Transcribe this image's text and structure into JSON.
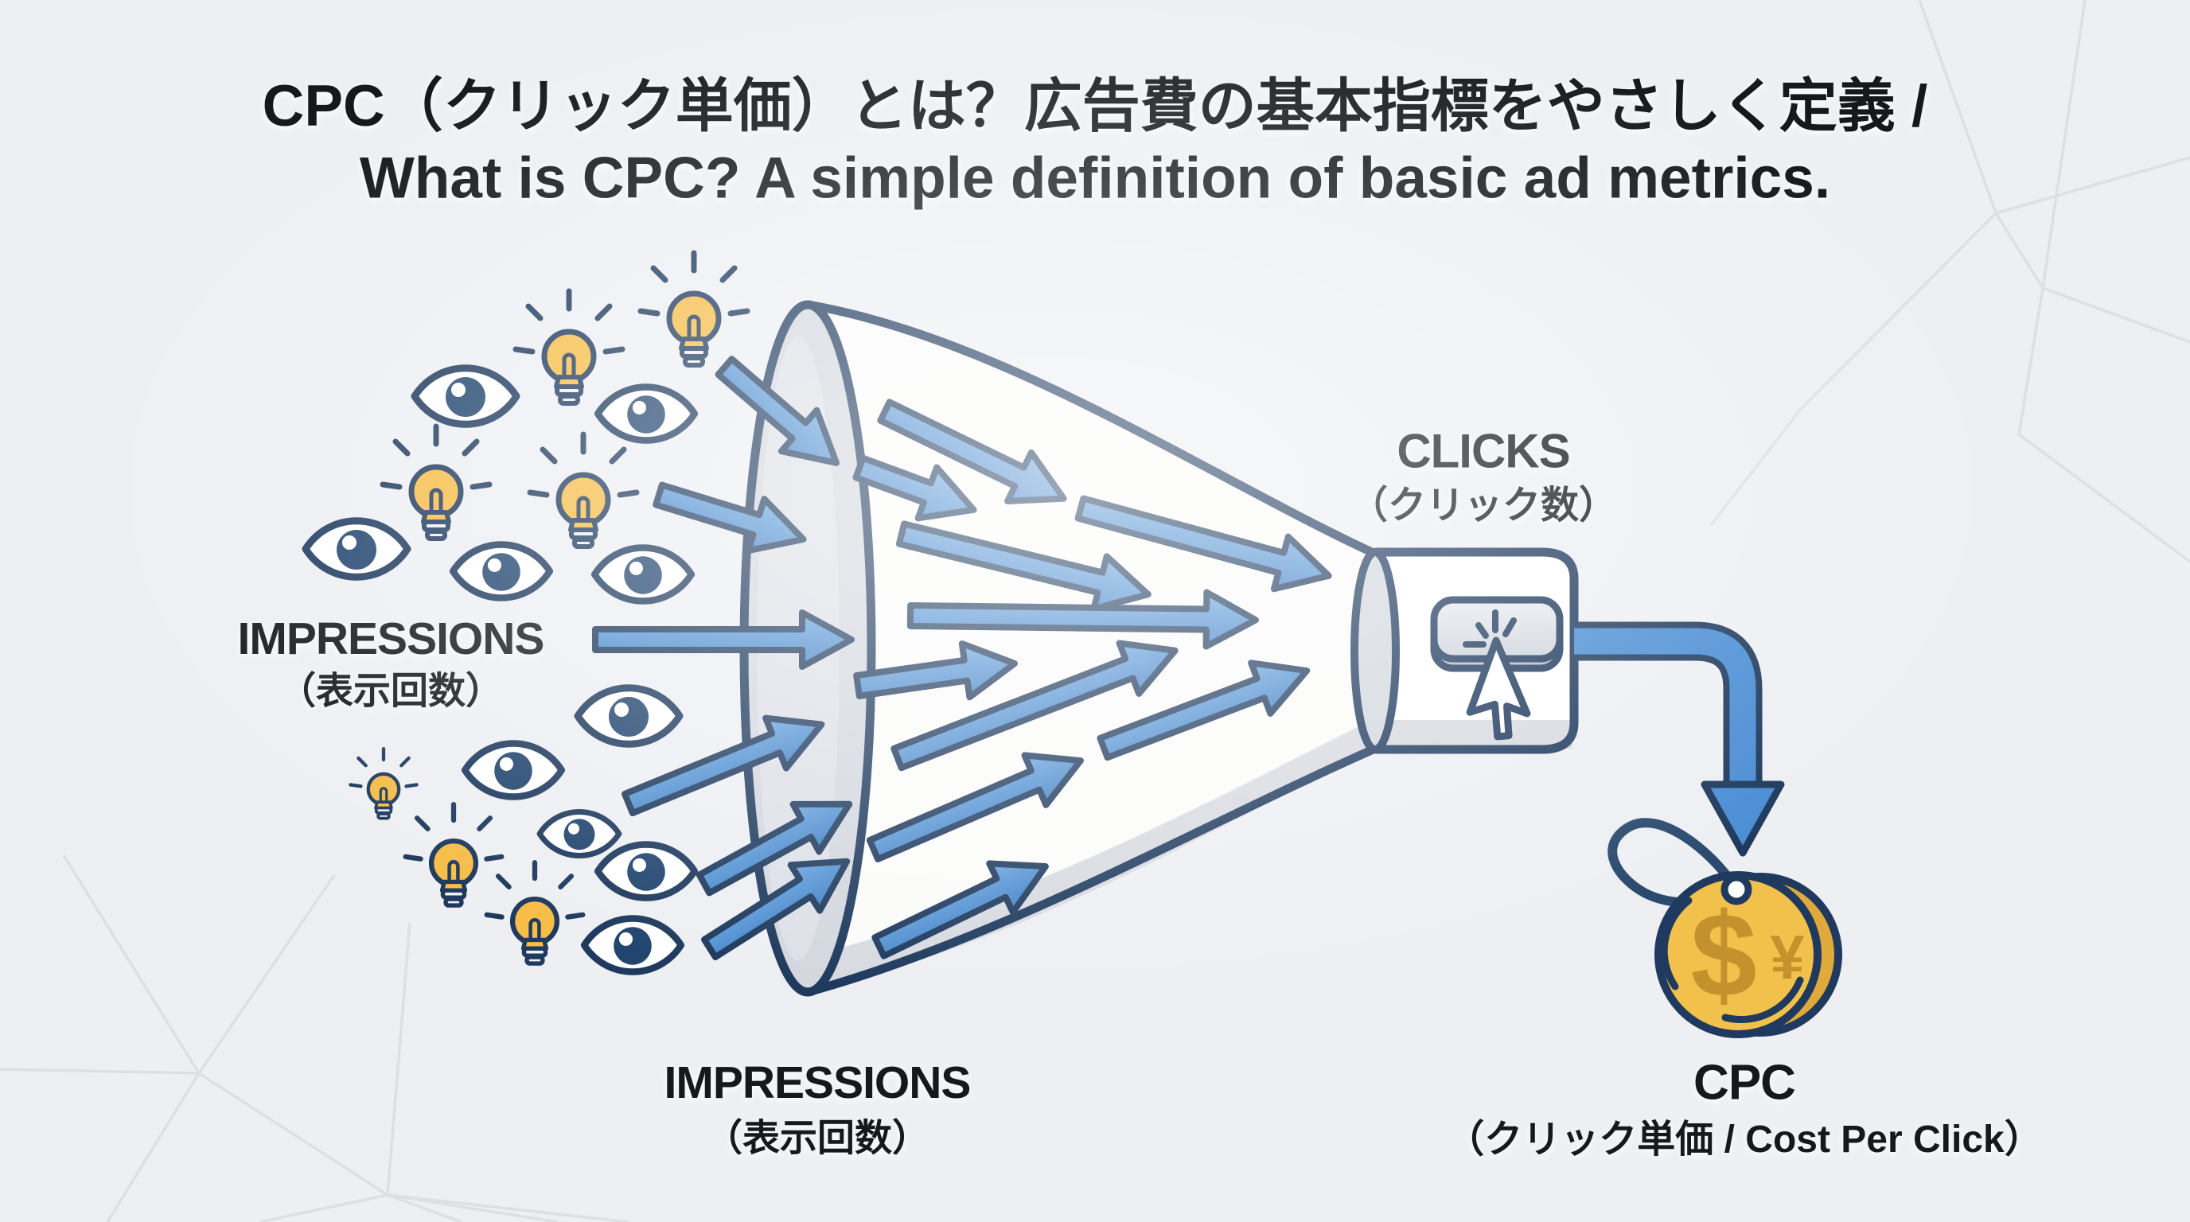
{
  "title": {
    "line1": "CPC（クリック単価）とは？広告費の基本指標をやさしく定義 /",
    "line2": "What is CPC? A simple definition of basic ad metrics."
  },
  "labels": {
    "impressions_left": {
      "en": "IMPRESSIONS",
      "ja": "（表示回数）"
    },
    "clicks": {
      "en": "CLICKS",
      "ja": "（クリック数）"
    },
    "impressions_bottom": {
      "en": "IMPRESSIONS",
      "ja": "（表示回数）"
    },
    "cpc": {
      "en": "CPC",
      "ja": "（クリック単価 / Cost Per Click）"
    }
  },
  "coin": {
    "dollar_symbol": "$",
    "yen_symbol": "¥"
  },
  "icons": {
    "eye": "eye-icon",
    "lightbulb": "lightbulb-icon",
    "funnel": "funnel-icon",
    "click_button": "click-button-icon",
    "cursor": "cursor-icon",
    "flow_arrow": "flow-arrow-icon",
    "pipe_arrow": "pipe-arrow-icon",
    "coin": "coin-icon",
    "price_tag_loop": "price-tag-loop-icon"
  },
  "colors": {
    "background": "#edeff3",
    "outline_navy": "#1f3a5e",
    "arrow_blue": "#4a8dd4",
    "arrow_blue_light": "#6ba6e0",
    "bulb_yellow": "#f6bd47",
    "funnel_gray": "#d4d8df",
    "coin_gold": "#f1c14c",
    "coin_gold_dark": "#dfa93c",
    "coin_symbol": "#c3922d",
    "text": "#17181b",
    "background_lines": "#dcdee2"
  }
}
